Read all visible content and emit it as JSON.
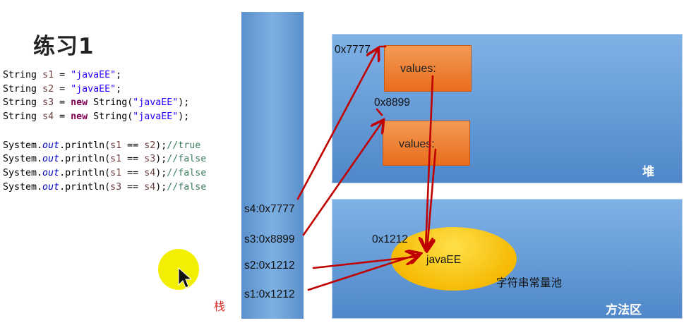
{
  "title": "练习1",
  "code": {
    "s1": [
      "String",
      "s1",
      "=",
      "\"javaEE\"",
      ";"
    ],
    "s2": [
      "String",
      "s2",
      "=",
      "\"javaEE\"",
      ";"
    ],
    "s3": [
      "String",
      "s3",
      "=",
      "new",
      "String(",
      "\"javaEE\"",
      ");"
    ],
    "s4": [
      "String",
      "s4",
      "=",
      "new",
      "String(",
      "\"javaEE\"",
      ");"
    ],
    "println": [
      {
        "lead": "System.",
        "out": "out",
        "call": ".println(",
        "a": "s1",
        "op": " == ",
        "b": "s2",
        "close": ");",
        "comment": "//true"
      },
      {
        "lead": "System.",
        "out": "out",
        "call": ".println(",
        "a": "s1",
        "op": " == ",
        "b": "s3",
        "close": ");",
        "comment": "//false"
      },
      {
        "lead": "System.",
        "out": "out",
        "call": ".println(",
        "a": "s1",
        "op": " == ",
        "b": "s4",
        "close": ");",
        "comment": "//false"
      },
      {
        "lead": "System.",
        "out": "out",
        "call": ".println(",
        "a": "s3",
        "op": " == ",
        "b": "s4",
        "close": ");",
        "comment": "//false"
      }
    ]
  },
  "diagram": {
    "stack_label": "栈",
    "heap_label": "堆",
    "method_area_label": "方法区",
    "pool_label": "字符串常量池",
    "pool_value": "javaEE",
    "pool_address": "0x1212",
    "heap_objects": [
      {
        "address": "0x7777",
        "label": "values:"
      },
      {
        "address": "0x8899",
        "label": "values:"
      }
    ],
    "stack_vars": [
      {
        "text": "s4:0x7777"
      },
      {
        "text": "s3:0x8899"
      },
      {
        "text": "s2:0x1212"
      },
      {
        "text": "s1:0x1212"
      }
    ]
  },
  "colors": {
    "arrow": "#c00000",
    "region_blue": "#5a90cf",
    "object_orange": "#ee7b2c",
    "pool_yellow": "#f8c400",
    "label_red": "#e0302a"
  }
}
